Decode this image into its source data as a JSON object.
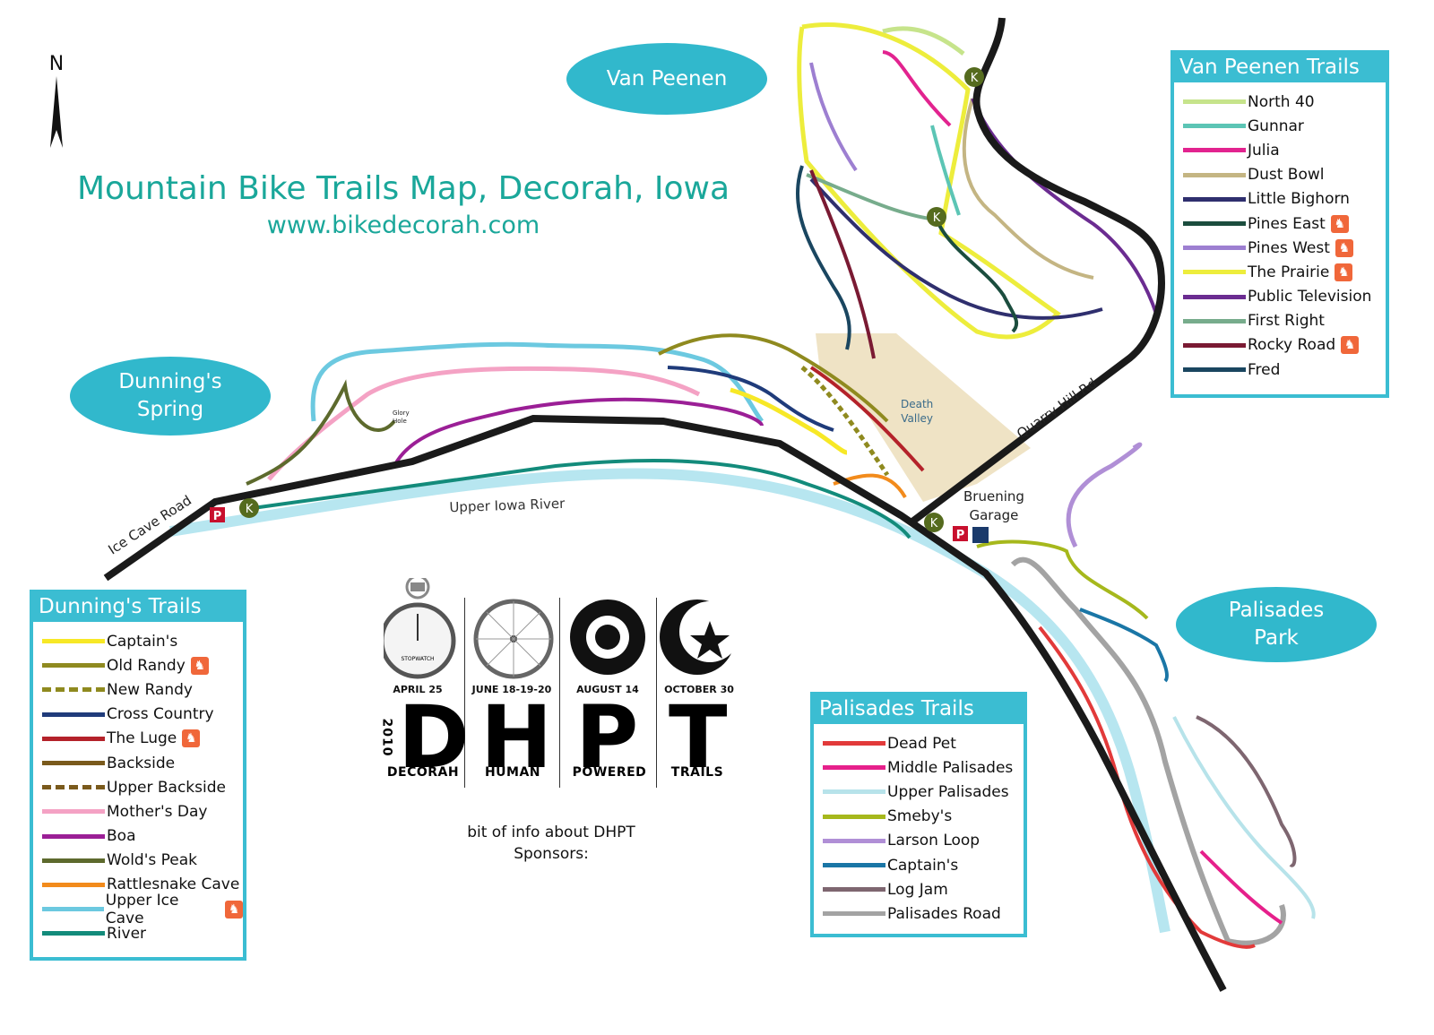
{
  "title": "Mountain Bike Trails Map, Decorah, Iowa",
  "url": "www.bikedecorah.com",
  "north": "N",
  "areas": [
    "Van Peenen",
    "Dunning's\nSpring",
    "Palisades\nPark"
  ],
  "places": {
    "ice_cave_road": "Ice Cave Road",
    "upper_iowa_river": "Upper Iowa River",
    "quarry_hill_rd": "Quarry Hill Rd",
    "bruening_garage": "Bruening\nGarage",
    "death_valley": "Death\nValley",
    "glory_hole": "Glory\nHole",
    "parking": "P",
    "kiosk": "K"
  },
  "legends": {
    "van_peenen": {
      "title": "Van Peenen  Trails",
      "items": [
        {
          "name": "North 40",
          "color": "#c6e48b",
          "horse": false
        },
        {
          "name": "Gunnar",
          "color": "#5cc5b5",
          "horse": false
        },
        {
          "name": "Julia",
          "color": "#e2238f",
          "horse": false
        },
        {
          "name": "Dust Bowl",
          "color": "#c4b583",
          "horse": false
        },
        {
          "name": "Little Bighorn",
          "color": "#2f2f6e",
          "horse": false
        },
        {
          "name": "Pines East",
          "color": "#1b4d3e",
          "horse": true
        },
        {
          "name": "Pines West",
          "color": "#9d7fd1",
          "horse": true
        },
        {
          "name": "The Prairie",
          "color": "#eded3c",
          "horse": true
        },
        {
          "name": "Public Television",
          "color": "#6b2c91",
          "horse": false
        },
        {
          "name": "First Right",
          "color": "#77ac8c",
          "horse": false
        },
        {
          "name": "Rocky Road",
          "color": "#7a1a33",
          "horse": true
        },
        {
          "name": "Fred",
          "color": "#1a4660",
          "horse": false
        }
      ]
    },
    "dunnings": {
      "title": "Dunning's Trails",
      "items": [
        {
          "name": "Captain's",
          "color": "#f7e826",
          "horse": false,
          "dashed": false
        },
        {
          "name": "Old Randy",
          "color": "#8f8a1f",
          "horse": true,
          "dashed": false
        },
        {
          "name": "New Randy",
          "color": "#8f8a1f",
          "horse": false,
          "dashed": true
        },
        {
          "name": "Cross Country",
          "color": "#1f3b7a",
          "horse": false,
          "dashed": false
        },
        {
          "name": "The Luge",
          "color": "#b4222a",
          "horse": true,
          "dashed": false
        },
        {
          "name": "Backside",
          "color": "#7a5a1c",
          "horse": false,
          "dashed": false
        },
        {
          "name": "Upper Backside",
          "color": "#7a5a1c",
          "horse": false,
          "dashed": true
        },
        {
          "name": "Mother's Day",
          "color": "#f4a2c4",
          "horse": false,
          "dashed": false
        },
        {
          "name": "Boa",
          "color": "#9b1f96",
          "horse": false,
          "dashed": false
        },
        {
          "name": "Wold's Peak",
          "color": "#5d6a2d",
          "horse": false,
          "dashed": false
        },
        {
          "name": "Rattlesnake Cave",
          "color": "#f28b1c",
          "horse": false,
          "dashed": false
        },
        {
          "name": "Upper Ice Cave",
          "color": "#6cc9e0",
          "horse": true,
          "dashed": false
        },
        {
          "name": "River",
          "color": "#138b7b",
          "horse": false,
          "dashed": false
        }
      ]
    },
    "palisades": {
      "title": "Palisades  Trails",
      "items": [
        {
          "name": "Dead Pet",
          "color": "#e23a3a",
          "horse": false
        },
        {
          "name": "Middle Palisades",
          "color": "#e6208b",
          "horse": false
        },
        {
          "name": "Upper Palisades",
          "color": "#b7e3ea",
          "horse": false
        },
        {
          "name": "Smeby's",
          "color": "#a6b81c",
          "horse": false
        },
        {
          "name": "Larson Loop",
          "color": "#b08fd6",
          "horse": false
        },
        {
          "name": "Captain's",
          "color": "#1a76a6",
          "horse": false
        },
        {
          "name": "Log Jam",
          "color": "#7e6670",
          "horse": false
        },
        {
          "name": "Palisades Road",
          "color": "#a3a3a3",
          "horse": false
        }
      ]
    }
  },
  "dhpt": {
    "dates": [
      "APRIL 25",
      "JUNE 18-19-20",
      "AUGUST 14",
      "OCTOBER 30"
    ],
    "letters": [
      "D",
      "H",
      "P",
      "T"
    ],
    "year": "2010",
    "words": [
      "DECORAH",
      "HUMAN",
      "POWERED",
      "TRAILS"
    ],
    "stopwatch": "STOPWATCH"
  },
  "info_text": "bit of info about DHPT\nSponsors:"
}
